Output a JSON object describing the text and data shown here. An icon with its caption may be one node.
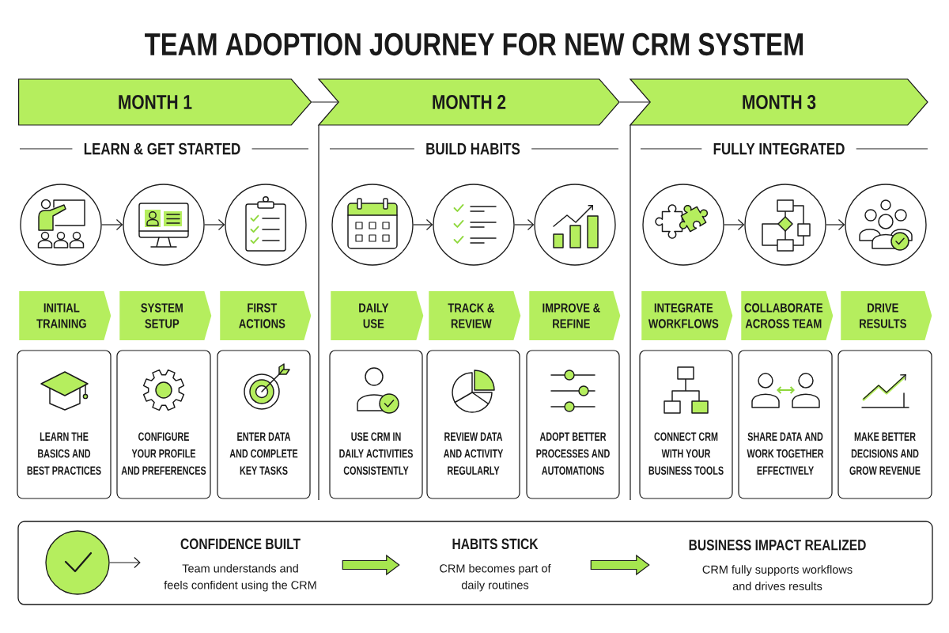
{
  "diagram": {
    "title": "TEAM ADOPTION JOURNEY FOR NEW CRM SYSTEM",
    "nodes": [
      {
        "text": [
          "MONTH 1"
        ]
      },
      {
        "text": [
          "MONTH 2"
        ]
      },
      {
        "text": [
          "MONTH 3"
        ]
      },
      {
        "text": [],
        "shape": "circle"
      },
      {
        "text": [],
        "shape": "circle"
      },
      {
        "text": [],
        "shape": "circle"
      },
      {
        "text": [],
        "shape": "circle"
      },
      {
        "text": [],
        "shape": "circle"
      },
      {
        "text": [],
        "shape": "circle"
      },
      {
        "text": [],
        "shape": "circle"
      },
      {
        "text": [],
        "shape": "circle"
      },
      {
        "text": [],
        "shape": "circle"
      },
      {
        "text": [
          "INITIAL TRAINING"
        ]
      },
      {
        "text": [
          "SYSTEM SETUP"
        ]
      },
      {
        "text": [
          "FIRST ACTIONS"
        ]
      },
      {
        "text": [
          "DAILY USE"
        ]
      },
      {
        "text": [
          "TRACK & REVIEW"
        ]
      },
      {
        "text": [
          "IMPROVE & REFINE"
        ]
      },
      {
        "text": [
          "INTEGRATE WORKFLOWS"
        ]
      },
      {
        "text": [
          "COLLABORATE ACROSS TEAM"
        ]
      },
      {
        "text": [
          "DRIVE RESULTS"
        ]
      },
      {
        "text": [
          "LEARN THE BASICS AND BEST PRACTICES"
        ]
      },
      {
        "text": [
          "CONFIGURE YOUR PROFILE AND PREFERENCES"
        ]
      },
      {
        "text": [
          "ENTER DATA AND COMPLETE KEY TASKS"
        ]
      },
      {
        "text": [
          "USE CRM IN DAILY ACTIVITIES CONSISTENTLY"
        ]
      },
      {
        "text": [
          "REVIEW DATA AND ACTIVITY REGULARLY"
        ]
      },
      {
        "text": [
          "ADOPT BETTER PROCESSES AND AUTOMATIONS"
        ]
      },
      {
        "text": [
          "CONNECT CRM WITH YOUR BUSINESS TOOLS"
        ]
      },
      {
        "text": [
          "SHARE DATA AND WORK TOGETHER EFFECTIVELY"
        ]
      },
      {
        "text": [
          "MAKE BETTER DECISIONS AND GROW REVENUE"
        ]
      },
      {
        "text": [],
        "shape": "box"
      },
      {
        "text": [],
        "shape": "circle",
        "in": 30
      },
      {
        "text": [
          "CONFIDENCE BUILT",
          "Team understands and feels confident using the CRM"
        ],
        "in": 30
      },
      {
        "text": [
          "HABITS STICK",
          "CRM becomes part of daily routines"
        ],
        "in": 30
      },
      {
        "text": [
          "BUSINESS IMPACT REALIZED",
          "CRM fully supports workflows and drives results"
        ],
        "in": 30
      }
    ],
    "edges": [
      {
        "from": 0,
        "to": 1,
        "arrow": "none"
      },
      {
        "from": 1,
        "to": 2,
        "arrow": "none"
      },
      {
        "from": 3,
        "to": 4,
        "arrow": "to"
      },
      {
        "from": 4,
        "to": 5,
        "arrow": "to"
      },
      {
        "from": 6,
        "to": 7,
        "arrow": "to"
      },
      {
        "from": 7,
        "to": 8,
        "arrow": "to"
      },
      {
        "from": 9,
        "to": 10,
        "arrow": "to"
      },
      {
        "from": 10,
        "to": 11,
        "arrow": "to"
      },
      {
        "from": 31,
        "to": 32,
        "arrow": "to"
      },
      {
        "from": 32,
        "to": 33,
        "arrow": "to",
        "style": "thick",
        "color": "#a6e64f"
      },
      {
        "from": 33,
        "to": 34,
        "arrow": "to",
        "style": "thick",
        "color": "#a6e64f"
      }
    ],
    "labels": [
      "LEARN & GET STARTED",
      "BUILD HABITS",
      "FULLY INTEGRATED"
    ]
  }
}
